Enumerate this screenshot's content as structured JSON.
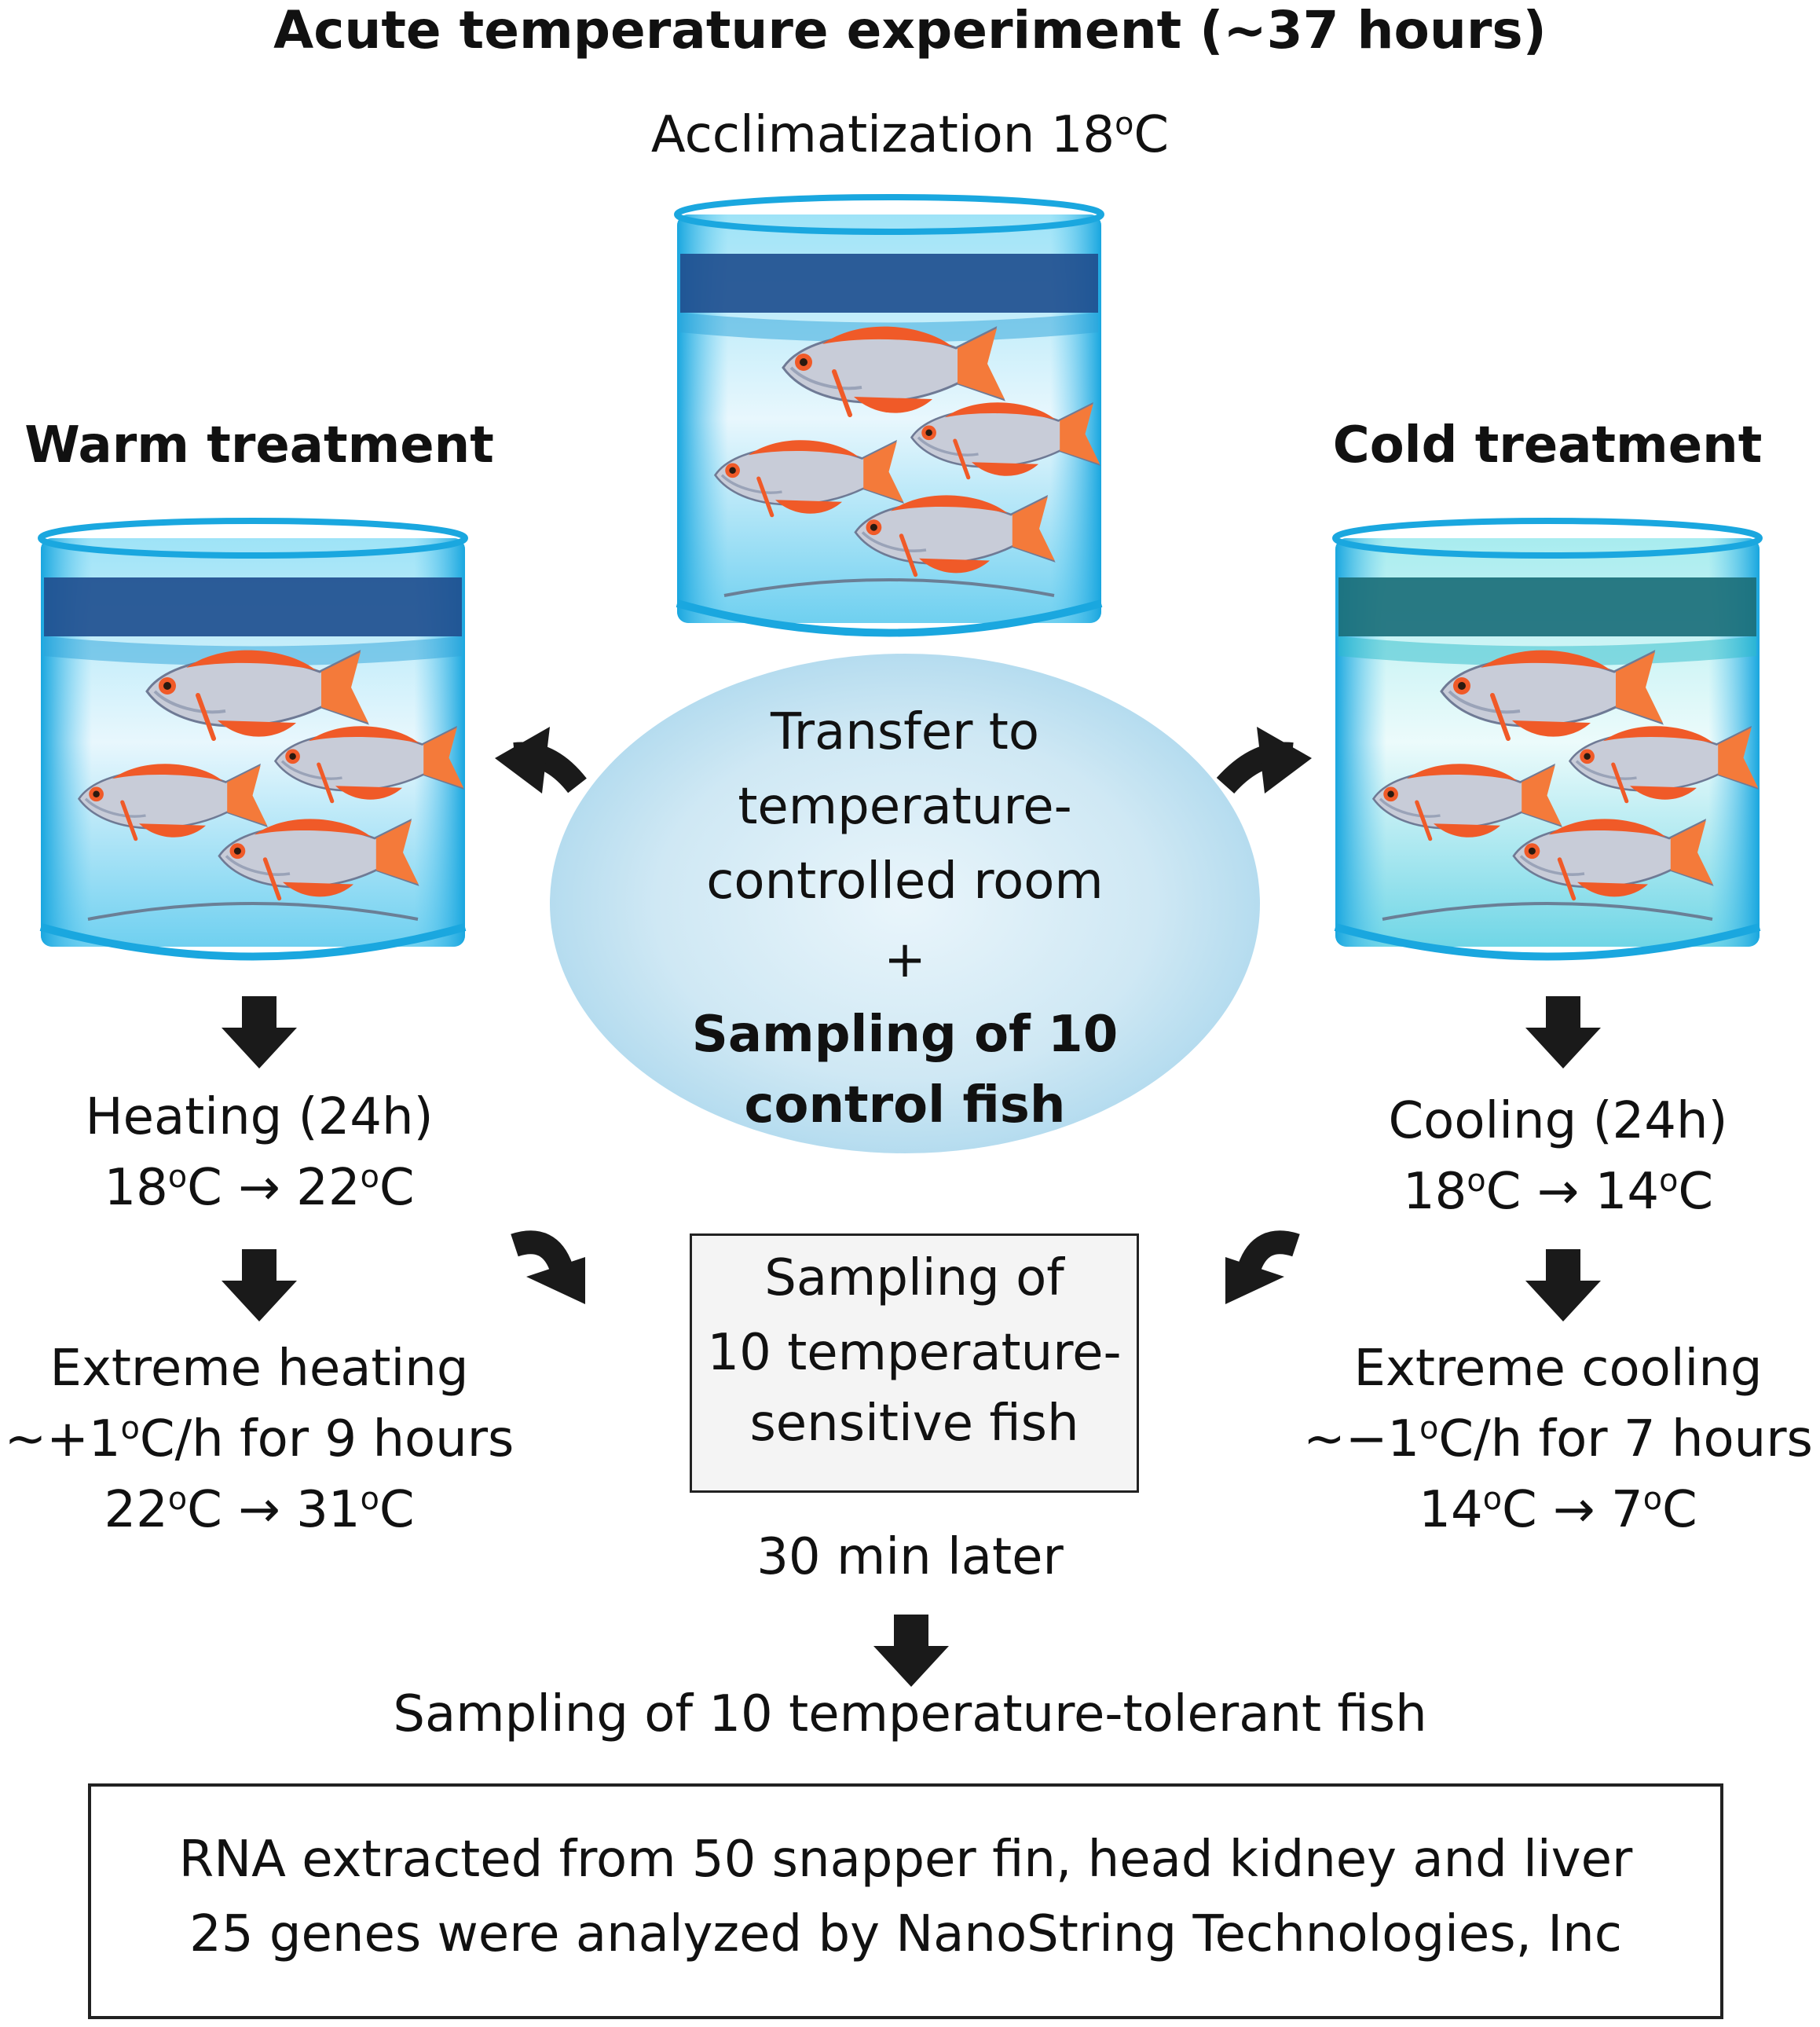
{
  "title": "Acute temperature experiment (~37 hours)",
  "acclimatization": {
    "label": "Acclimatization 18",
    "deg": "o",
    "unit": "C"
  },
  "warm": {
    "heading": "Warm treatment",
    "step1_title": "Heating (24h)",
    "step1_range": {
      "from": "18",
      "to": "22"
    },
    "step2_title": "Extreme heating",
    "step2_rate": {
      "prefix": "~+1",
      "suffix": "C/h for 9 hours"
    },
    "step2_range": {
      "from": "22",
      "to": "31"
    }
  },
  "cold": {
    "heading": "Cold treatment",
    "step1_title": "Cooling (24h)",
    "step1_range": {
      "from": "18",
      "to": "14"
    },
    "step2_title": "Extreme cooling",
    "step2_rate": {
      "prefix": "~−1",
      "suffix": "C/h for 7 hours"
    },
    "step2_range": {
      "from": "14",
      "to": "7"
    }
  },
  "center_ellipse": {
    "line1": "Transfer to",
    "line2": "temperature-",
    "line3": "controlled room",
    "line4": "+",
    "line5": "Sampling of 10",
    "line6": "control fish"
  },
  "sensitive_box": {
    "line1": "Sampling of",
    "line2": "10 temperature-",
    "line3": "sensitive fish"
  },
  "later": "30 min later",
  "tolerant": "Sampling of 10 temperature-tolerant fish",
  "rna_box": {
    "line1": "RNA extracted from 50 snapper fin, head kidney and liver",
    "line2": "25 genes were analyzed by NanoString Technologies, Inc"
  },
  "symbols": {
    "deg": "o",
    "celsius": "C",
    "arrow": "→"
  },
  "colors": {
    "tank_water": "#2ab3e6",
    "tank_dark_band": "#1f4f8f",
    "cold_dark_band": "#1b6f7a",
    "fish_body": "#c9ccd6",
    "fish_fin": "#f05a28",
    "ellipse": "#c6e3f2",
    "arrow": "#1a1a1a"
  }
}
